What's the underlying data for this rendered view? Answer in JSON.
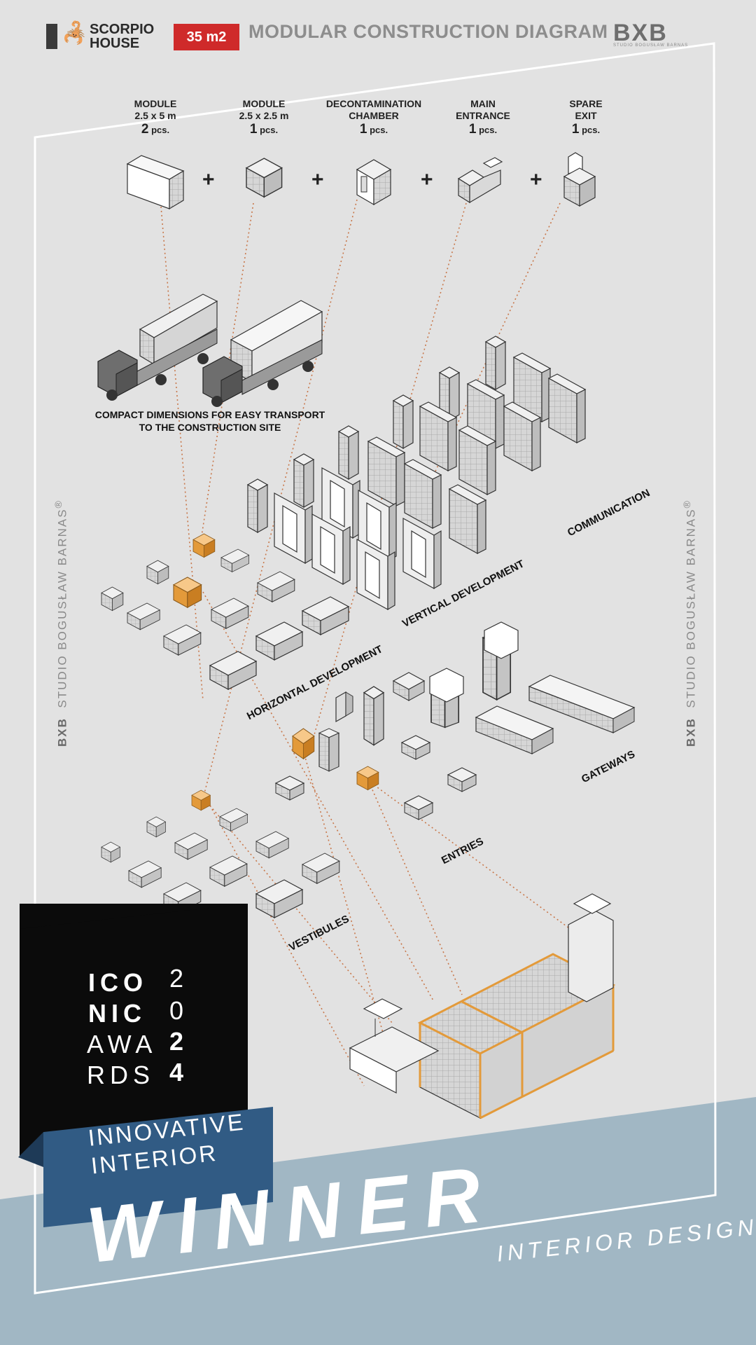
{
  "header": {
    "brand_line1": "SCORPIO",
    "brand_line2": "HOUSE",
    "area_badge": "35 m2",
    "title": "MODULAR CONSTRUCTION DIAGRAM",
    "studio_logo": "BXB",
    "studio_logo_sub": "STUDIO BOGUSŁAW BARNAS"
  },
  "modules": [
    {
      "label_line1": "MODULE",
      "label_line2": "2.5 x 5 m",
      "count": "2",
      "unit": "pcs."
    },
    {
      "label_line1": "MODULE",
      "label_line2": "2.5 x 2.5 m",
      "count": "1",
      "unit": "pcs."
    },
    {
      "label_line1": "DECONTAMINATION",
      "label_line2": "CHAMBER",
      "count": "1",
      "unit": "pcs."
    },
    {
      "label_line1": "MAIN",
      "label_line2": "ENTRANCE",
      "count": "1",
      "unit": "pcs."
    },
    {
      "label_line1": "SPARE",
      "label_line2": "EXIT",
      "count": "1",
      "unit": "pcs."
    }
  ],
  "plus_sign": "+",
  "transport_caption_line1": "COMPACT DIMENSIONS FOR EASY TRANSPORT",
  "transport_caption_line2": "TO THE CONSTRUCTION SITE",
  "section_labels": {
    "communication": "COMMUNICATION",
    "vertical": "VERTICAL DEVELOPMENT",
    "horizontal": "HORIZONTAL DEVELOPMENT",
    "gateways": "GATEWAYS",
    "entries": "ENTRIES",
    "vestibules": "VESTIBULES"
  },
  "side_text_brand": "BXB",
  "side_text_name": "STUDIO BOGUSŁAW BARNAS",
  "side_text_reg": "®",
  "award": {
    "row1_left": "ICO",
    "row1_right": "2",
    "row2_left": "NIC",
    "row2_right": "0",
    "row3_left": "AWA",
    "row3_right": "2",
    "row4_left": "RDS",
    "row4_right": "4",
    "category_line1": "INNOVATIVE",
    "category_line2": "INTERIOR",
    "result": "WINNER"
  },
  "footer_tag": "INTERIOR DESIGN",
  "colors": {
    "background": "#e2e2e2",
    "accent_red": "#cf2a2a",
    "accent_orange": "#e39a3a",
    "award_blue": "#315b84",
    "footer_band": "#a1b7c4",
    "dashed_line": "#c8774a"
  }
}
